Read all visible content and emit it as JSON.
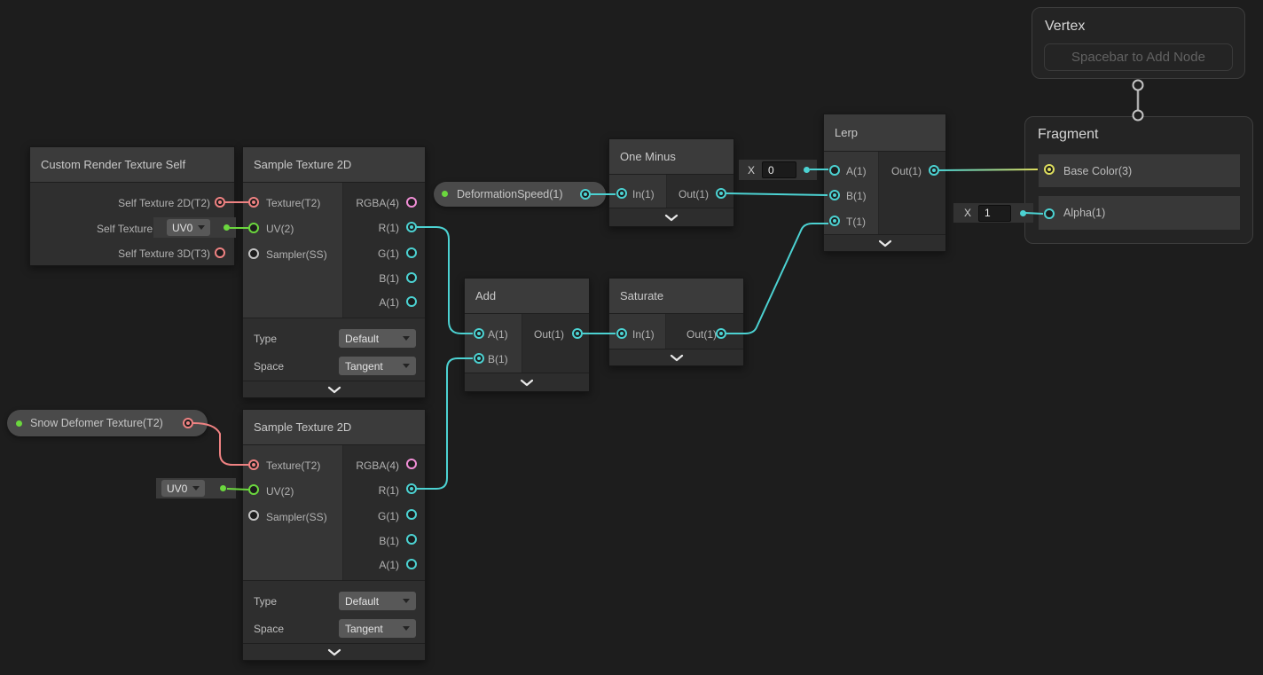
{
  "graph": {
    "background": "#1d1d1d"
  },
  "nodes": {
    "custom_render_texture_self": {
      "title": "Custom Render Texture Self",
      "outputs": [
        "Self Texture 2D(T2)",
        "Self Texture (",
        "Self Texture 3D(T3)"
      ]
    },
    "sample_texture_2d_a": {
      "title": "Sample Texture 2D",
      "inputs": [
        "Texture(T2)",
        "UV(2)",
        "Sampler(SS)"
      ],
      "outputs": [
        "RGBA(4)",
        "R(1)",
        "G(1)",
        "B(1)",
        "A(1)"
      ],
      "controls": {
        "type_label": "Type",
        "type_value": "Default",
        "space_label": "Space",
        "space_value": "Tangent"
      }
    },
    "sample_texture_2d_b": {
      "title": "Sample Texture 2D",
      "inputs": [
        "Texture(T2)",
        "UV(2)",
        "Sampler(SS)"
      ],
      "outputs": [
        "RGBA(4)",
        "R(1)",
        "G(1)",
        "B(1)",
        "A(1)"
      ],
      "controls": {
        "type_label": "Type",
        "type_value": "Default",
        "space_label": "Space",
        "space_value": "Tangent"
      }
    },
    "one_minus": {
      "title": "One Minus",
      "input": "In(1)",
      "output": "Out(1)"
    },
    "add": {
      "title": "Add",
      "input_a": "A(1)",
      "input_b": "B(1)",
      "output": "Out(1)"
    },
    "saturate": {
      "title": "Saturate",
      "input": "In(1)",
      "output": "Out(1)"
    },
    "lerp": {
      "title": "Lerp",
      "input_a": "A(1)",
      "input_b": "B(1)",
      "input_t": "T(1)",
      "output": "Out(1)"
    },
    "vertex": {
      "title": "Vertex",
      "placeholder": "Spacebar to Add Node"
    },
    "fragment": {
      "title": "Fragment",
      "base_color": "Base Color(3)",
      "alpha": "Alpha(1)"
    }
  },
  "properties": {
    "deformation_speed": {
      "label": "DeformationSpeed(1)"
    },
    "snow_deformer_texture": {
      "label": "Snow Defomer Texture(T2)"
    }
  },
  "inline_inputs": {
    "uv_channel_a": {
      "value": "UV0"
    },
    "uv_channel_b": {
      "value": "UV0"
    },
    "lerp_a_default": {
      "label": "X",
      "value": "0"
    },
    "alpha_default": {
      "label": "X",
      "value": "1"
    }
  },
  "port_colors": {
    "float_cyan": "#4cd2d2",
    "texture2d_red": "#ef8282",
    "uv_green": "#6bd73e",
    "vector4_pink": "#f28fd7",
    "vector3_yellow": "#dede5e",
    "sampler_gray": "#c4c4c4"
  }
}
